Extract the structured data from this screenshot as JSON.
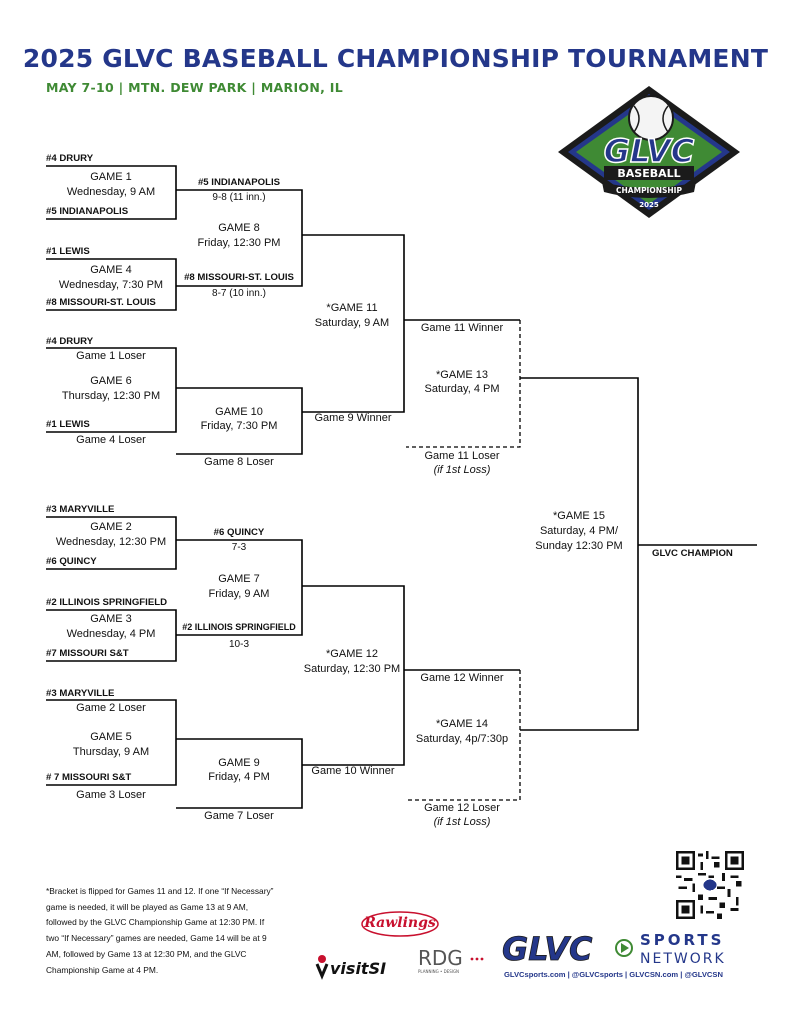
{
  "header": {
    "title": "2025 GLVC BASEBALL CHAMPIONSHIP TOURNAMENT",
    "subtitle": "MAY 7-10 | MTN. DEW PARK | MARION, IL"
  },
  "logo": {
    "wordmark": "GLVC",
    "line1": "BASEBALL",
    "line2": "CHAMPIONSHIP",
    "year": "2025",
    "colors": {
      "navy": "#24378a",
      "green": "#3f8a34",
      "dark": "#1b1b1b"
    }
  },
  "bracket": {
    "game1": {
      "top_team": "#4 DRURY",
      "title": "GAME 1",
      "time": "Wednesday, 9 AM",
      "bottom_team": "#5 INDIANAPOLIS"
    },
    "game1_result": {
      "winner": "#5 INDIANAPOLIS",
      "score": "9-8 (11 inn.)"
    },
    "game4": {
      "top_team": "#1 LEWIS",
      "title": "GAME 4",
      "time": "Wednesday, 7:30 PM",
      "bottom_team": "#8 MISSOURI-ST. LOUIS"
    },
    "game4_result": {
      "winner": "#8 MISSOURI-ST. LOUIS",
      "score": "8-7 (10 inn.)"
    },
    "game8": {
      "title": "GAME 8",
      "time": "Friday, 12:30 PM"
    },
    "game11": {
      "title": "*GAME 11",
      "time": "Saturday, 9 AM"
    },
    "game6": {
      "top_team": "#4 DRURY",
      "top_sub": "Game 1 Loser",
      "title": "GAME 6",
      "time": "Thursday, 12:30 PM",
      "bottom_team": "#1 LEWIS",
      "bottom_sub": "Game 4 Loser"
    },
    "game10": {
      "title": "GAME 10",
      "time": "Friday, 7:30 PM",
      "bottom": "Game 8 Loser"
    },
    "game9_winner": "Game 9 Winner",
    "game13": {
      "title": "*GAME 13",
      "time": "Saturday, 4 PM",
      "top": "Game 11 Winner",
      "bottom": "Game 11 Loser",
      "bottom_note": "(if 1st Loss)"
    },
    "game2": {
      "top_team": "#3 MARYVILLE",
      "title": "GAME 2",
      "time": "Wednesday, 12:30 PM",
      "bottom_team": "#6 QUINCY"
    },
    "game2_result": {
      "winner": "#6 QUINCY",
      "score": "7-3"
    },
    "game3": {
      "top_team": "#2 ILLINOIS SPRINGFIELD",
      "title": "GAME 3",
      "time": "Wednesday, 4 PM",
      "bottom_team": "#7 MISSOURI S&T"
    },
    "game3_result": {
      "winner": "#2 ILLINOIS SPRINGFIELD",
      "score": "10-3"
    },
    "game7": {
      "title": "GAME 7",
      "time": "Friday, 9 AM"
    },
    "game12": {
      "title": "*GAME 12",
      "time": "Saturday, 12:30 PM"
    },
    "game5": {
      "top_team": "#3 MARYVILLE",
      "top_sub": "Game 2 Loser",
      "title": "GAME 5",
      "time": "Thursday, 9 AM",
      "bottom_team": "# 7 MISSOURI S&T",
      "bottom_sub": "Game 3 Loser"
    },
    "game9": {
      "title": "GAME 9",
      "time": "Friday, 4 PM",
      "bottom": "Game 7 Loser"
    },
    "game10_winner": "Game 10 Winner",
    "game14": {
      "title": "*GAME 14",
      "time": "Saturday, 4p/7:30p",
      "top": "Game 12 Winner",
      "bottom": "Game 12 Loser",
      "bottom_note": "(if 1st Loss)"
    },
    "game15": {
      "title": "*GAME 15",
      "time1": "Saturday, 4 PM/",
      "time2": "Sunday 12:30 PM"
    },
    "champion": "GLVC CHAMPION"
  },
  "footnote": "*Bracket is flipped for Games 11 and 12. If one “If Necessary” game is needed, it will be played as Game 13 at 9 AM, followed by the GLVC Championship Game at 12:30 PM. If two “If Necessary” games are needed, Game 14 will be at 9 AM, followed by Game 13 at 12:30 PM, and the GLVC Championship Game at 4 PM.",
  "sponsors": {
    "rawlings": "Rawlings",
    "visitsi": "visitSI",
    "rdg": "RDG",
    "rdg_tag": "PLANNING • DESIGN"
  },
  "network": {
    "wordmark": "GLVC",
    "sports": "SPORTS",
    "network": "NETWORK",
    "social": "GLVCsports.com | @GLVCsports | GLVCSN.com | @GLVCSN"
  }
}
